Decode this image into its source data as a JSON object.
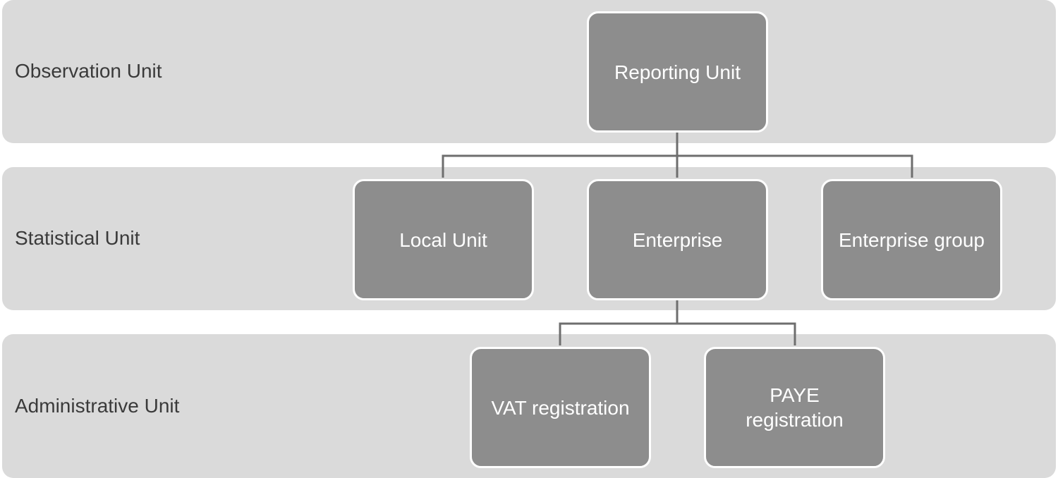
{
  "bands": {
    "observation": "Observation Unit",
    "statistical": "Statistical Unit",
    "administrative": "Administrative Unit"
  },
  "nodes": {
    "reporting_unit": "Reporting Unit",
    "local_unit": "Local Unit",
    "enterprise": "Enterprise",
    "enterprise_group": "Enterprise group",
    "vat_registration": "VAT registration",
    "paye_registration": "PAYE registration"
  }
}
